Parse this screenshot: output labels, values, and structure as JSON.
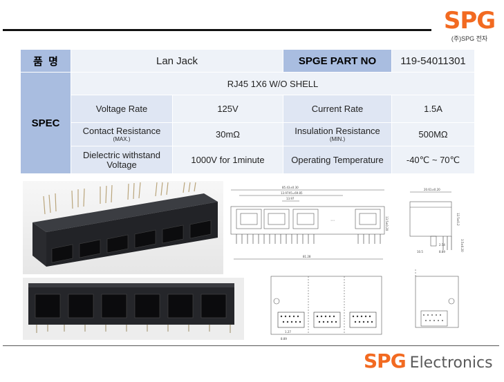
{
  "header": {
    "logo_text": "SPG",
    "logo_subtitle": "(주)SPG 전자"
  },
  "spec_table": {
    "product_name_label": "품  명",
    "product_name": "Lan Jack",
    "part_no_label": "SPGE PART NO",
    "part_no": "119-54011301",
    "spec_label": "SPEC",
    "description": "RJ45 1X6 W/O SHELL",
    "rows": [
      {
        "label_left": "Voltage Rate",
        "label_left_note": "",
        "value_left": "125V",
        "label_right": "Current Rate",
        "label_right_note": "",
        "value_right": "1.5A"
      },
      {
        "label_left": "Contact Resistance",
        "label_left_note": "(MAX.)",
        "value_left": "30mΩ",
        "label_right": "Insulation Resistance",
        "label_right_note": "(MIN.)",
        "value_right": "500MΩ"
      },
      {
        "label_left": "Dielectric withstand Voltage",
        "label_left_note": "",
        "value_left": "1000V for 1minute",
        "label_right": "Operating Temperature",
        "label_right_note": "",
        "value_right": "-40℃ ~ 70℃"
      }
    ]
  },
  "drawing_dims": {
    "overall_width": "85.43±0.30",
    "inner_width": "13.97X5=69.85",
    "pitch": "13.97",
    "bottom_width": "81.28",
    "height_a": "13.5±0.20",
    "height_b": "11.5±0.20",
    "side_depth": "20.61±0.20",
    "side_a": "2.54",
    "side_b": "10.5",
    "side_c": "8.89",
    "side_d": "12.5±0.2",
    "side_e": "3.5±0.20",
    "pin_a": "1.27",
    "pin_b": "8.89"
  },
  "footer": {
    "logo_text": "SPG",
    "brand_word": "Electronics"
  },
  "colors": {
    "accent_orange": "#f26a21",
    "header_blue": "#a9bde0",
    "label_blue": "#dfe6f3",
    "value_blue": "#eef2f8"
  }
}
